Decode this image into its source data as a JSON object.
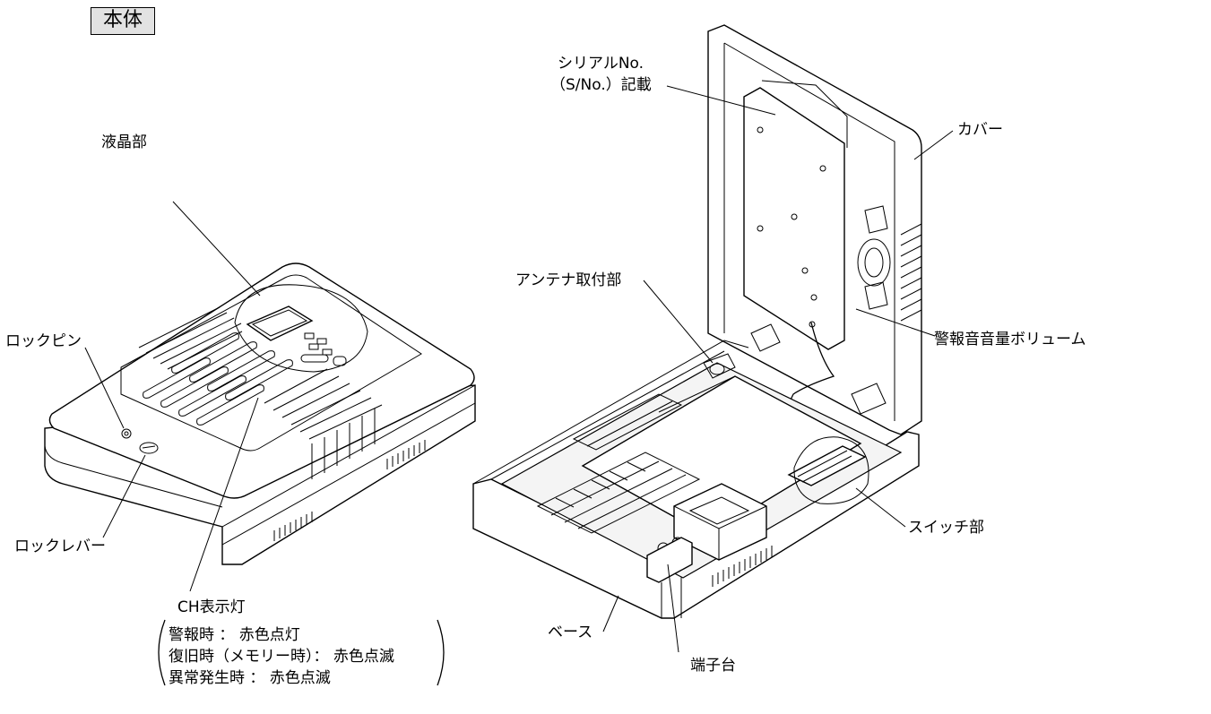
{
  "title": "本体",
  "labels": {
    "lcd": "液晶部",
    "lock_pin": "ロックピン",
    "lock_lever": "ロックレバー",
    "ch_lamp": "CH表示灯",
    "ch_alarm": "警報時 ： 赤色点灯",
    "ch_restore": "復旧時（メモリー時）： 赤色点滅",
    "ch_error": "異常発生時 ： 赤色点滅",
    "serial_line1": "シリアルNo.",
    "serial_line2": "（S/No.）記載",
    "cover": "カバー",
    "antenna": "アンテナ取付部",
    "volume": "警報音音量ボリューム",
    "switch": "スイッチ部",
    "base": "ベース",
    "terminal": "端子台"
  }
}
